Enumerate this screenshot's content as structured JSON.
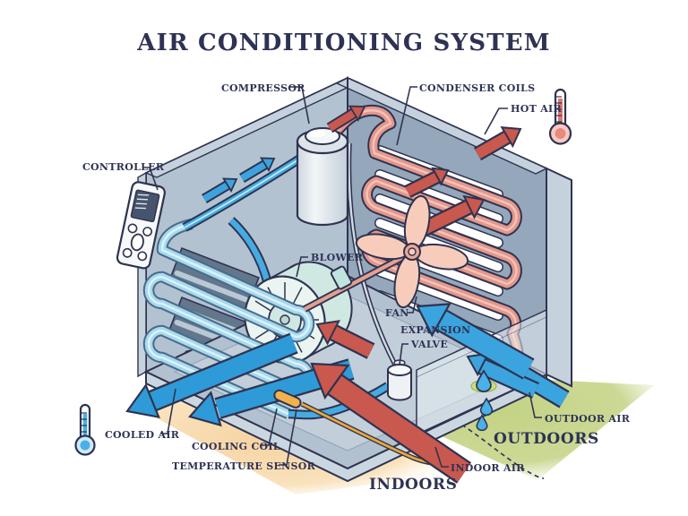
{
  "title": "AIR CONDITIONING SYSTEM",
  "labels": {
    "compressor": "COMPRESSOR",
    "condenser_coils": "CONDENSER COILS",
    "hot_air": "HOT AIR",
    "controller": "CONTROLLER",
    "blower": "BLOWER",
    "fan": "FAN",
    "expansion_line1": "EXPANSION",
    "expansion_line2": "VALVE",
    "outdoor_air": "OUTDOOR AIR",
    "indoor_air": "INDOOR AIR",
    "cooled_air": "COOLED AIR",
    "cooling_coil": "COOLING COIL",
    "temperature_sensor": "TEMPERATURE SENSOR"
  },
  "zones": {
    "indoors": "INDOORS",
    "outdoors": "OUTDOORS"
  },
  "icons": {
    "hot_thermometer": "thermometer-hot-icon",
    "cold_thermometer": "thermometer-cold-icon",
    "water_drops": "water-drops-icon"
  },
  "colors": {
    "outline": "#2f3350",
    "title_text": "#2e3254",
    "hot_pipe": "#e4978a",
    "hot_arrow": "#d9756a",
    "cold_pipe": "#45abe2",
    "cold_coil": "#a6daee",
    "cold_arrow": "#2f9ad8",
    "wall_left": "#b3c2d1",
    "wall_right": "#94a7bb",
    "wall_trim": "#c5d2de",
    "floor": "#b2c1cf",
    "indoors_ground": "#f6d3a0",
    "outdoors_ground": "#c3d385",
    "sensor_orange": "#f2b14d",
    "fan_blade": "#f7ccba",
    "blower_mint": "#cfe8e2"
  }
}
